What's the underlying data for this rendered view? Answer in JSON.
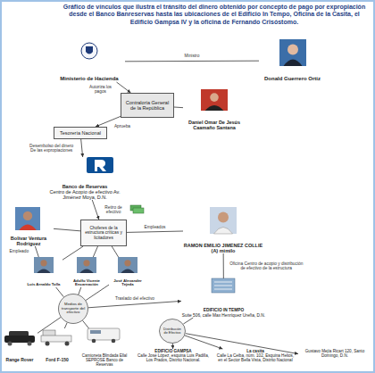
{
  "diagram": {
    "title": "Gráfico de vínculos que ilustra el tránsito del dinero obtenido por concepto de pago por expropiación desde el Banco Banreservas hasta las ubicaciones de el Edificio In Tempo, Oficina de la Casita, el Edificio Gampsa IV y la oficina de Fernando Crisóstomo.",
    "nodes": [
      {
        "text": [
          "Ministerio de Hacienda"
        ]
      },
      {
        "text": [
          "Donald Guerrero Ortiz"
        ]
      },
      {
        "text": [
          "Contraloría General de la República"
        ]
      },
      {
        "text": [
          "Daniel Omar De Jesús Caamaño Santana"
        ]
      },
      {
        "text": [
          "Tesorería Nacional"
        ]
      },
      {
        "text": [
          "Banco de Reservas",
          "Centro de Acopio de efectivo Av. Jiménez Moya, D.N."
        ]
      },
      {
        "text": [
          "Bolívar Ventura Rodríguez"
        ]
      },
      {
        "text": [
          "Choferes de la estructura críticas y licitadores"
        ]
      },
      {
        "text": [
          "RAMON EMILIO JIMENEZ COLLIE (A) mimilo"
        ]
      },
      {
        "text": [
          "Luis Arnaldo Tolla"
        ]
      },
      {
        "text": [
          "Adolfo Vicente Encarnación"
        ]
      },
      {
        "text": [
          "José Alexander Tejeda"
        ]
      },
      {
        "text": [
          "Medios de transporte del efectivo"
        ]
      },
      {
        "text": [
          "Range Rover"
        ]
      },
      {
        "text": [
          "Ford F-150"
        ]
      },
      {
        "text": [
          "Camioneta Blindada Ellal SEPROSE Banco de Reservas"
        ]
      },
      {
        "text": [
          "EDIFICIO IN TEMPO",
          "Suite 506, calle Max Henríquez Ureña, D.N."
        ]
      },
      {
        "text": [
          "Distribución de Efectivo"
        ]
      },
      {
        "text": [
          "EDIFICIO GAMPSA",
          "Calle José López, esquina Luis Padilla, Los Prados, Distrito Nacional."
        ]
      },
      {
        "text": [
          "La casita",
          "Calle La Ceiba, núm. 102, Esquina Helios, en el Sector Bella Vista, Distrito Nacional"
        ]
      },
      {
        "text": [
          "Gustavo Mejía Ricart 120, Santo Domingo, D.N."
        ]
      }
    ],
    "edges": [
      {
        "from": 0,
        "to": 1,
        "label": "Ministro",
        "arrow": "none"
      },
      {
        "from": 0,
        "to": 2,
        "label": "Autoriza los pagos",
        "arrow": "to"
      },
      {
        "from": 2,
        "to": 3,
        "arrow": "none"
      },
      {
        "from": 2,
        "to": 4,
        "label": "Aprueba",
        "arrow": "to"
      },
      {
        "from": 4,
        "to": 5,
        "label": "Desembolso del dinero De las expropiaciones",
        "arrow": "to"
      },
      {
        "from": 5,
        "to": 7,
        "label": "Retiro de efectivo",
        "arrow": "to"
      },
      {
        "from": 6,
        "to": 7,
        "arrow": "none"
      },
      {
        "from": 6,
        "to": 9,
        "label": "Empleado",
        "arrow": "none"
      },
      {
        "from": 7,
        "to": 8,
        "label": "Empleados",
        "arrow": "none"
      },
      {
        "from": 7,
        "to": 9,
        "arrow": "none"
      },
      {
        "from": 7,
        "to": 10,
        "arrow": "none"
      },
      {
        "from": 7,
        "to": 11,
        "arrow": "none"
      },
      {
        "from": 9,
        "to": 12,
        "arrow": "none"
      },
      {
        "from": 10,
        "to": 12,
        "arrow": "none"
      },
      {
        "from": 11,
        "to": 12,
        "arrow": "none"
      },
      {
        "from": 12,
        "to": 13,
        "arrow": "none"
      },
      {
        "from": 12,
        "to": 14,
        "arrow": "none"
      },
      {
        "from": 12,
        "to": 15,
        "arrow": "none"
      },
      {
        "from": 12,
        "to": 16,
        "label": "Traslado del efectivo",
        "arrow": "to"
      },
      {
        "from": 8,
        "to": 16,
        "label": "Oficina Centro de acopio y distribución de efectivo de la estructura",
        "arrow": "none"
      },
      {
        "from": 16,
        "to": 17,
        "arrow": "none"
      },
      {
        "from": 17,
        "to": 18,
        "arrow": "to"
      },
      {
        "from": 17,
        "to": 19,
        "arrow": "to"
      },
      {
        "from": 17,
        "to": 20,
        "arrow": "to"
      }
    ]
  }
}
